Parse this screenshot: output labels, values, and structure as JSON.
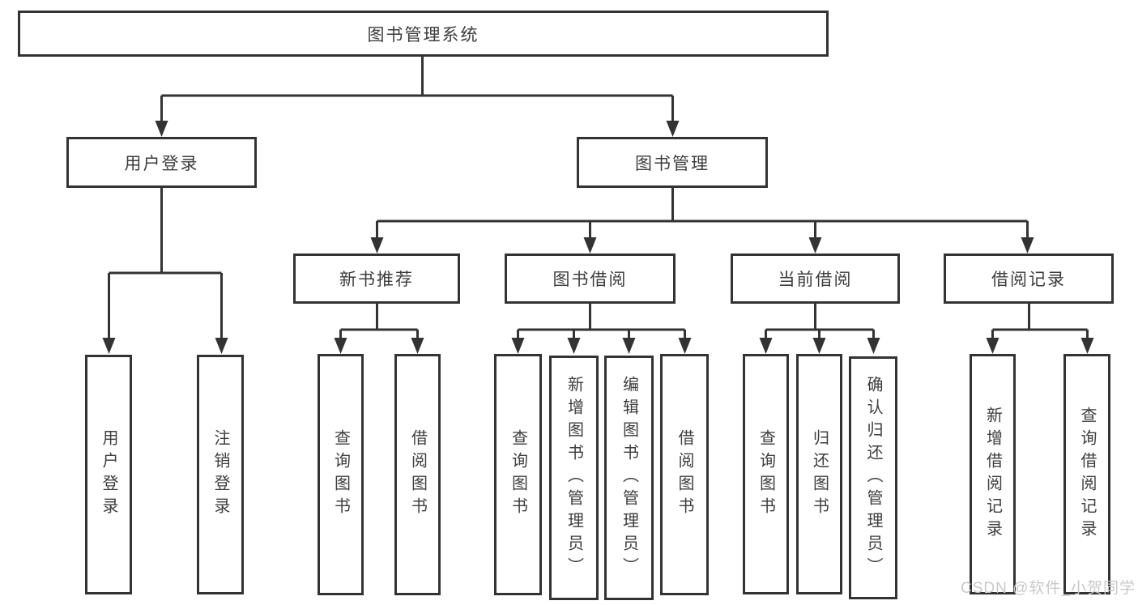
{
  "title": "图书管理系统",
  "tree": {
    "label": "图书管理系统",
    "children": [
      {
        "label": "用户登录",
        "children": [
          {
            "label": "用户登录"
          },
          {
            "label": "注销登录"
          }
        ]
      },
      {
        "label": "图书管理",
        "children": [
          {
            "label": "新书推荐",
            "children": [
              {
                "label": "查询图书"
              },
              {
                "label": "借阅图书"
              }
            ]
          },
          {
            "label": "图书借阅",
            "children": [
              {
                "label": "查询图书"
              },
              {
                "label": "新增图书（管理员）"
              },
              {
                "label": "编辑图书（管理员）"
              },
              {
                "label": "借阅图书"
              }
            ]
          },
          {
            "label": "当前借阅",
            "children": [
              {
                "label": "查询图书"
              },
              {
                "label": "归还图书"
              },
              {
                "label": "确认归还（管理员）"
              }
            ]
          },
          {
            "label": "借阅记录",
            "children": [
              {
                "label": "新增借阅记录"
              },
              {
                "label": "查询借阅记录"
              }
            ]
          }
        ]
      }
    ]
  },
  "watermark": {
    "text": "CSDN @软件_小贺同学",
    "color": "#c9c9c9"
  },
  "colors": {
    "line": "#333333",
    "box_border": "#333333",
    "box_fill": "#ffffff",
    "text": "#3d3d3d",
    "background": "#ffffff"
  }
}
